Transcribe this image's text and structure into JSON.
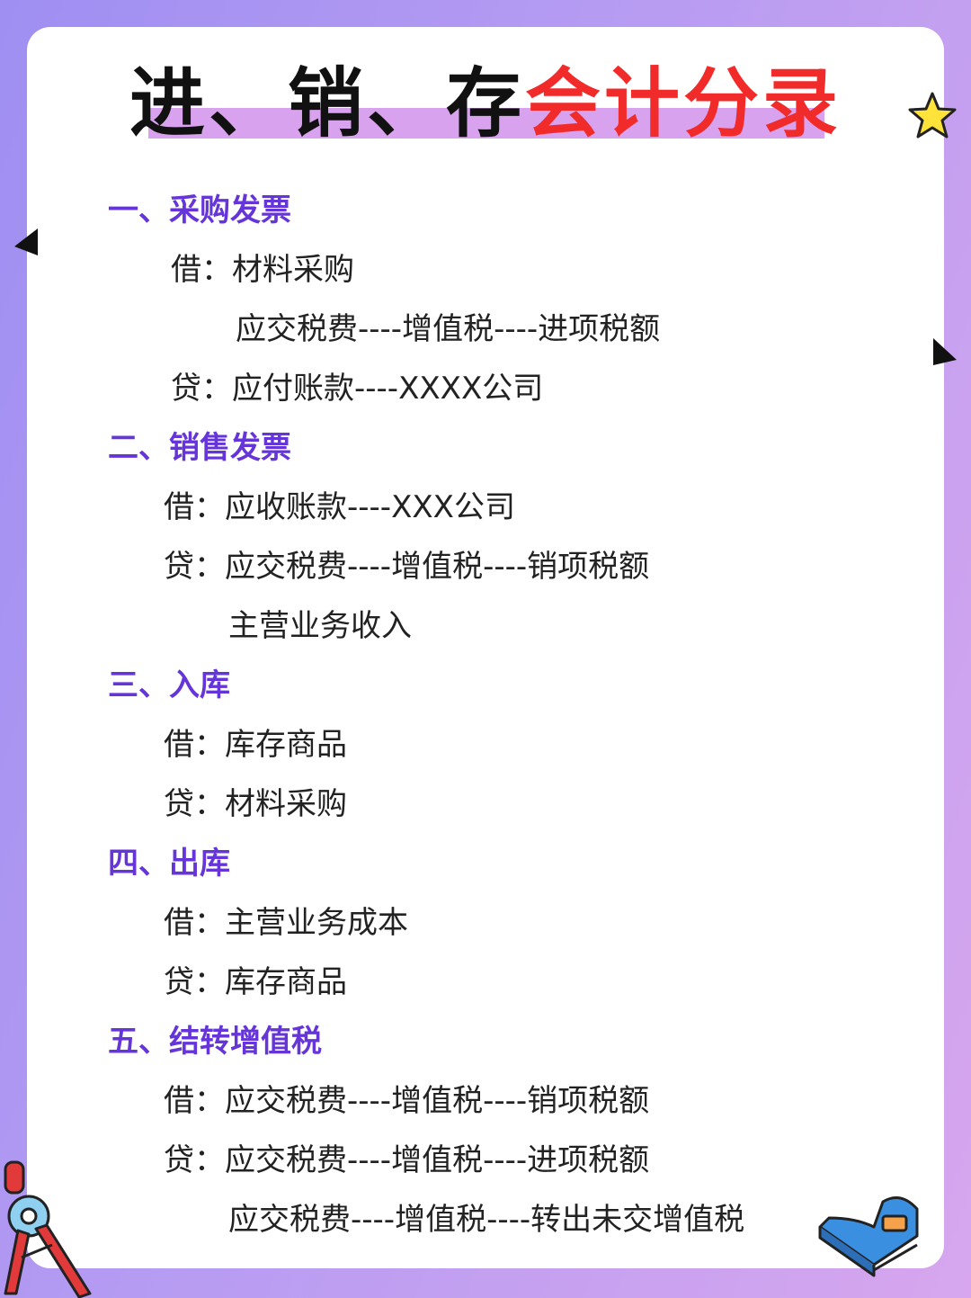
{
  "title": {
    "part1": "进、销、存",
    "part2": "会计分录"
  },
  "sections": [
    {
      "heading": "一、采购发票",
      "lines": [
        {
          "prefix": "借：",
          "text": "材料采购"
        },
        {
          "prefix": "",
          "text": "应交税费----增值税----进项税额"
        },
        {
          "prefix": "贷：",
          "text": "应付账款----XXXX公司"
        }
      ]
    },
    {
      "heading": "二、销售发票",
      "lines": [
        {
          "prefix": "借：",
          "text": "应收账款----XXX公司"
        },
        {
          "prefix": "贷：",
          "text": "应交税费----增值税----销项税额"
        },
        {
          "prefix": "",
          "text": "主营业务收入"
        }
      ]
    },
    {
      "heading": "三、入库",
      "lines": [
        {
          "prefix": "借：",
          "text": "库存商品"
        },
        {
          "prefix": "贷：",
          "text": "材料采购"
        }
      ]
    },
    {
      "heading": "四、出库",
      "lines": [
        {
          "prefix": "借：",
          "text": "主营业务成本"
        },
        {
          "prefix": "贷：",
          "text": "库存商品"
        }
      ]
    },
    {
      "heading": "五、结转增值税",
      "lines": [
        {
          "prefix": "借：",
          "text": "应交税费----增值税----销项税额"
        },
        {
          "prefix": "贷：",
          "text": "应交税费----增值税----进项税额"
        },
        {
          "prefix": "",
          "text": "应交税费----增值税----转出未交增值税"
        }
      ]
    }
  ],
  "decorations": {
    "star": "star-icon",
    "left_triangle": "triangle-icon",
    "right_triangle": "triangle-icon",
    "compass": "compass-icon",
    "tape_dispenser": "tape-dispenser-icon"
  },
  "colors": {
    "heading": "#6535d9",
    "title_red": "#f12a2a",
    "title_highlight": "#d9a2ee"
  }
}
